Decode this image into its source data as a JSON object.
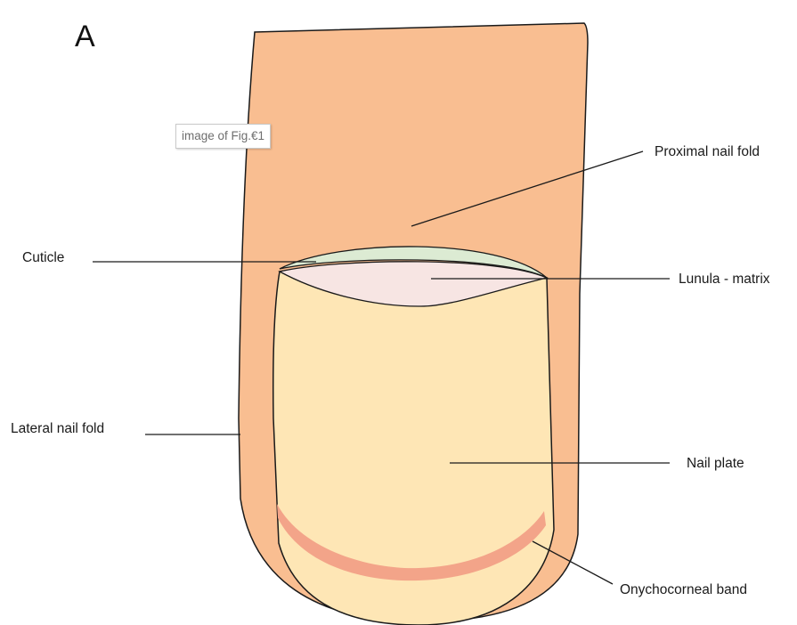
{
  "figure": {
    "panel_letter": "A",
    "image_caption": "image of Fig.€1",
    "labels": {
      "proximal_nail_fold": "Proximal nail fold",
      "cuticle": "Cuticle",
      "lunula_matrix": "Lunula - matrix",
      "lateral_nail_fold": "Lateral nail fold",
      "nail_plate": "Nail plate",
      "onychocorneal_band": "Onychocorneal band"
    },
    "colors": {
      "skin": "#F9BE91",
      "nail_plate": "#FEE6B5",
      "lunula": "#F7E5E3",
      "cuticle": "#DCEBD3",
      "onychocorneal_band": "#F3A489",
      "outline": "#1a1a1a"
    }
  }
}
